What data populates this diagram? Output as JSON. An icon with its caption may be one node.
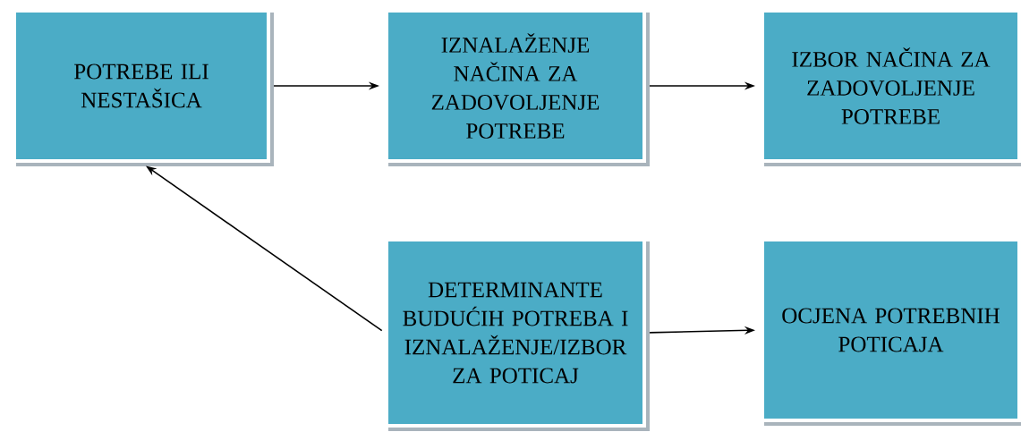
{
  "diagram": {
    "nodes": [
      {
        "text": [
          "POTREBE ILI NESTAŠICA"
        ]
      },
      {
        "text": [
          "IZNALAŽENJE NAČINA ZA ZADOVOLJENJE POTREBE"
        ]
      },
      {
        "text": [
          "IZBOR NAČINA ZA ZADOVOLJENJE POTREBE"
        ]
      },
      {
        "text": [
          "DETERMINANTE BUDUĆIH POTREBA I IZNALAŽENJE/IZBOR ZA POTICAJ"
        ]
      },
      {
        "text": [
          "OCJENA POTREBNIH POTICAJA"
        ]
      }
    ],
    "edges": [
      {
        "from": 0,
        "to": 1,
        "arrow": "to"
      },
      {
        "from": 1,
        "to": 2,
        "arrow": "to"
      },
      {
        "from": 3,
        "to": 0,
        "arrow": "to"
      },
      {
        "from": 3,
        "to": 4,
        "arrow": "to"
      }
    ]
  }
}
